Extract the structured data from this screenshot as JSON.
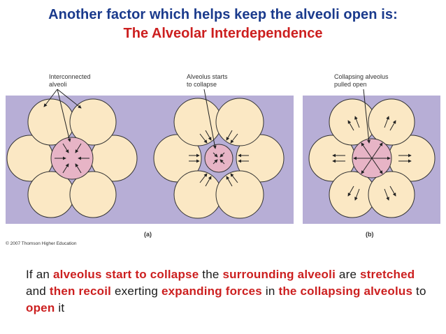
{
  "title": {
    "line1": "Another factor which helps keep the alveoli open is:",
    "line2": "The Alveolar Interdependence"
  },
  "figure": {
    "label_interconnected_1": "Interconnected",
    "label_interconnected_2": "alveoli",
    "label_starts_1": "Alveolus starts",
    "label_starts_2": "to collapse",
    "label_pulled_1": "Collapsing alveolus",
    "label_pulled_2": "pulled open",
    "panel_a": "(a)",
    "panel_b": "(b)",
    "copyright": "© 2007 Thomson Higher Education"
  },
  "caption": {
    "s1": "If an ",
    "s2": "alveolus start to collapse",
    "s3": " the ",
    "s4": "surrounding alveoli",
    "s5": " are ",
    "s6": "stretched",
    "s7": " and ",
    "s8": "then recoil",
    "s9": " exerting ",
    "s10": "expanding forces",
    "s11": " in ",
    "s12": "the collapsing alveolus",
    "s13": " to ",
    "s14": "open",
    "s15": " it"
  },
  "colors": {
    "title_blue": "#1a3a8c",
    "title_red": "#cc1f1f",
    "panel_bg": "#b7aed6",
    "alveolus_fill": "#fbe8c4",
    "center_fill": "#e7b4c6"
  }
}
